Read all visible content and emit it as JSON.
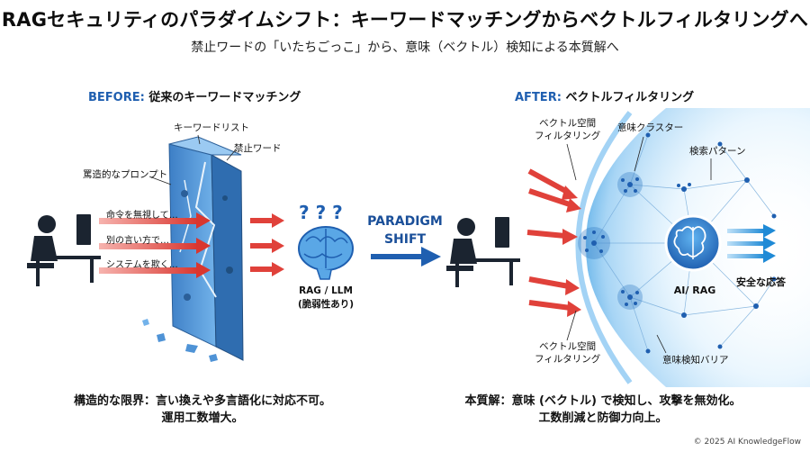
{
  "header": {
    "title": "RAGセキュリティのパラダイムシフト：キーワードマッチングからベクトルフィルタリングへ",
    "subtitle": "禁止ワードの「いたちごっこ」から、意味（ベクトル）検知による本質解へ"
  },
  "before": {
    "tag": "BEFORE:",
    "heading": "従来のキーワードマッチング",
    "labels": {
      "keyword_list": "キーワードリスト",
      "banned_words": "禁止ワード",
      "crafted_prompt": "罵造的なプロンプト",
      "msg1": "命令を無視して…",
      "msg2": "別の言い方で…",
      "msg3": "システムを欺く…",
      "question_marks": "? ? ?",
      "llm_line1": "RAG / LLM",
      "llm_line2": "(脆弱性あり)"
    },
    "caption_line1": "構造的な限界：言い換えや多言語化に対応不可。",
    "caption_line2": "運用工数増大。"
  },
  "paradigm": {
    "line1": "PARADIGM",
    "line2": "SHIFT"
  },
  "after": {
    "tag": "AFTER:",
    "heading": "ベクトルフィルタリング",
    "labels": {
      "vector_filter_top_1": "ベクトル空間",
      "vector_filter_top_2": "フィルタリング",
      "semantic_cluster": "意味クラスター",
      "search_pattern": "検索パターン",
      "ai_rag": "AI/ RAG",
      "safe_response": "安全な応答",
      "vector_filter_bottom_1": "ベクトル空間",
      "vector_filter_bottom_2": "フィルタリング",
      "semantic_barrier": "意味検知バリア"
    },
    "caption_line1": "本質解：意味 (ベクトル) で検知し、攻撃を無効化。",
    "caption_line2": "工数削減と防御力向上。"
  },
  "footer": {
    "copyright": "© 2025 AI KnowledgeFlow"
  },
  "colors": {
    "accent": "#1f5fb0",
    "wall": "#4f93d6",
    "attack": "#e0413a",
    "safe": "#2e8fd8",
    "barrier": "#bfe2fb"
  },
  "icons": [
    "user-at-computer-icon",
    "brain-icon",
    "shield-brain-icon",
    "arrow-right-icon"
  ]
}
